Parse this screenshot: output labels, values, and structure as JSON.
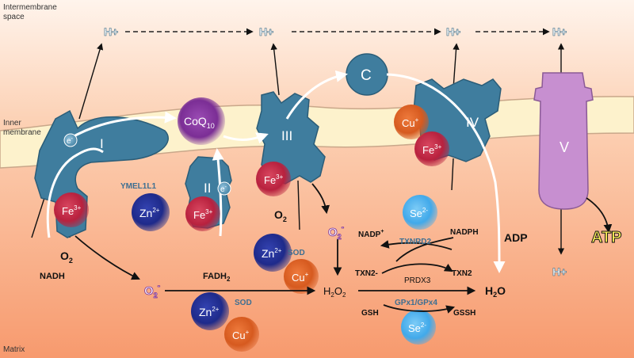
{
  "regions": {
    "intermembrane_line1": "Intermembrane",
    "intermembrane_line2": "space",
    "inner_membrane_line1": "Inner",
    "inner_membrane_line2": "membrane",
    "matrix": "Matrix"
  },
  "complexes": {
    "c1": "I",
    "c2": "II",
    "c3": "III",
    "c4": "IV",
    "c5": "V",
    "cytc": "C",
    "coq_main": "CoQ",
    "coq_sub": "10"
  },
  "protons": {
    "h1": "H+",
    "h2": "H+",
    "h3": "H+",
    "h4": "H+",
    "h5": "H+"
  },
  "electron": "e",
  "electron_sup": "-",
  "metals": {
    "fe_main": "Fe",
    "fe_sup": "3+",
    "zn_main": "Zn",
    "zn_sup": "2+",
    "cu_main": "Cu",
    "cu_sup": "+",
    "se_main": "Se",
    "se_sup": "2-"
  },
  "molecules": {
    "o2_main": "O",
    "o2_sub": "2",
    "superoxide_sup": "-",
    "nadh": "NADH",
    "fadh_main": "FADH",
    "fadh_sub": "2",
    "h2o2_a": "H",
    "h2o2_b": "2",
    "h2o2_c": "O",
    "h2o2_d": "2",
    "h2o_a": "H",
    "h2o_b": "2",
    "h2o_c": "O",
    "adp": "ADP",
    "atp": "ATP",
    "nadp_main": "NADP",
    "nadp_sup": "+",
    "nadph": "NADPH",
    "txn2_red": "TXN2-",
    "txn2_ox": "TXN2",
    "gsh": "GSH",
    "gssh": "GSSH"
  },
  "enzymes": {
    "yme": "YMEL1L1",
    "sod1": "SOD",
    "sod2": "SOD",
    "txnrd2": "TXNRD2",
    "prdx3": "PRDX3",
    "gpx": "GPx1/GPx4"
  },
  "colors": {
    "complex_fill": "#3f7d9e",
    "complex_stroke": "#2b5d78",
    "atp_synthase": "#c78fd0",
    "membrane": "#fdf2cc",
    "fe": "#b8213e",
    "zn": "#1e2a8a",
    "cu": "#d65a1f",
    "se": "#41a9ea",
    "coq": "#7b2e95",
    "atp_text": "#fff35a",
    "enzyme_text": "#3d6f92"
  }
}
